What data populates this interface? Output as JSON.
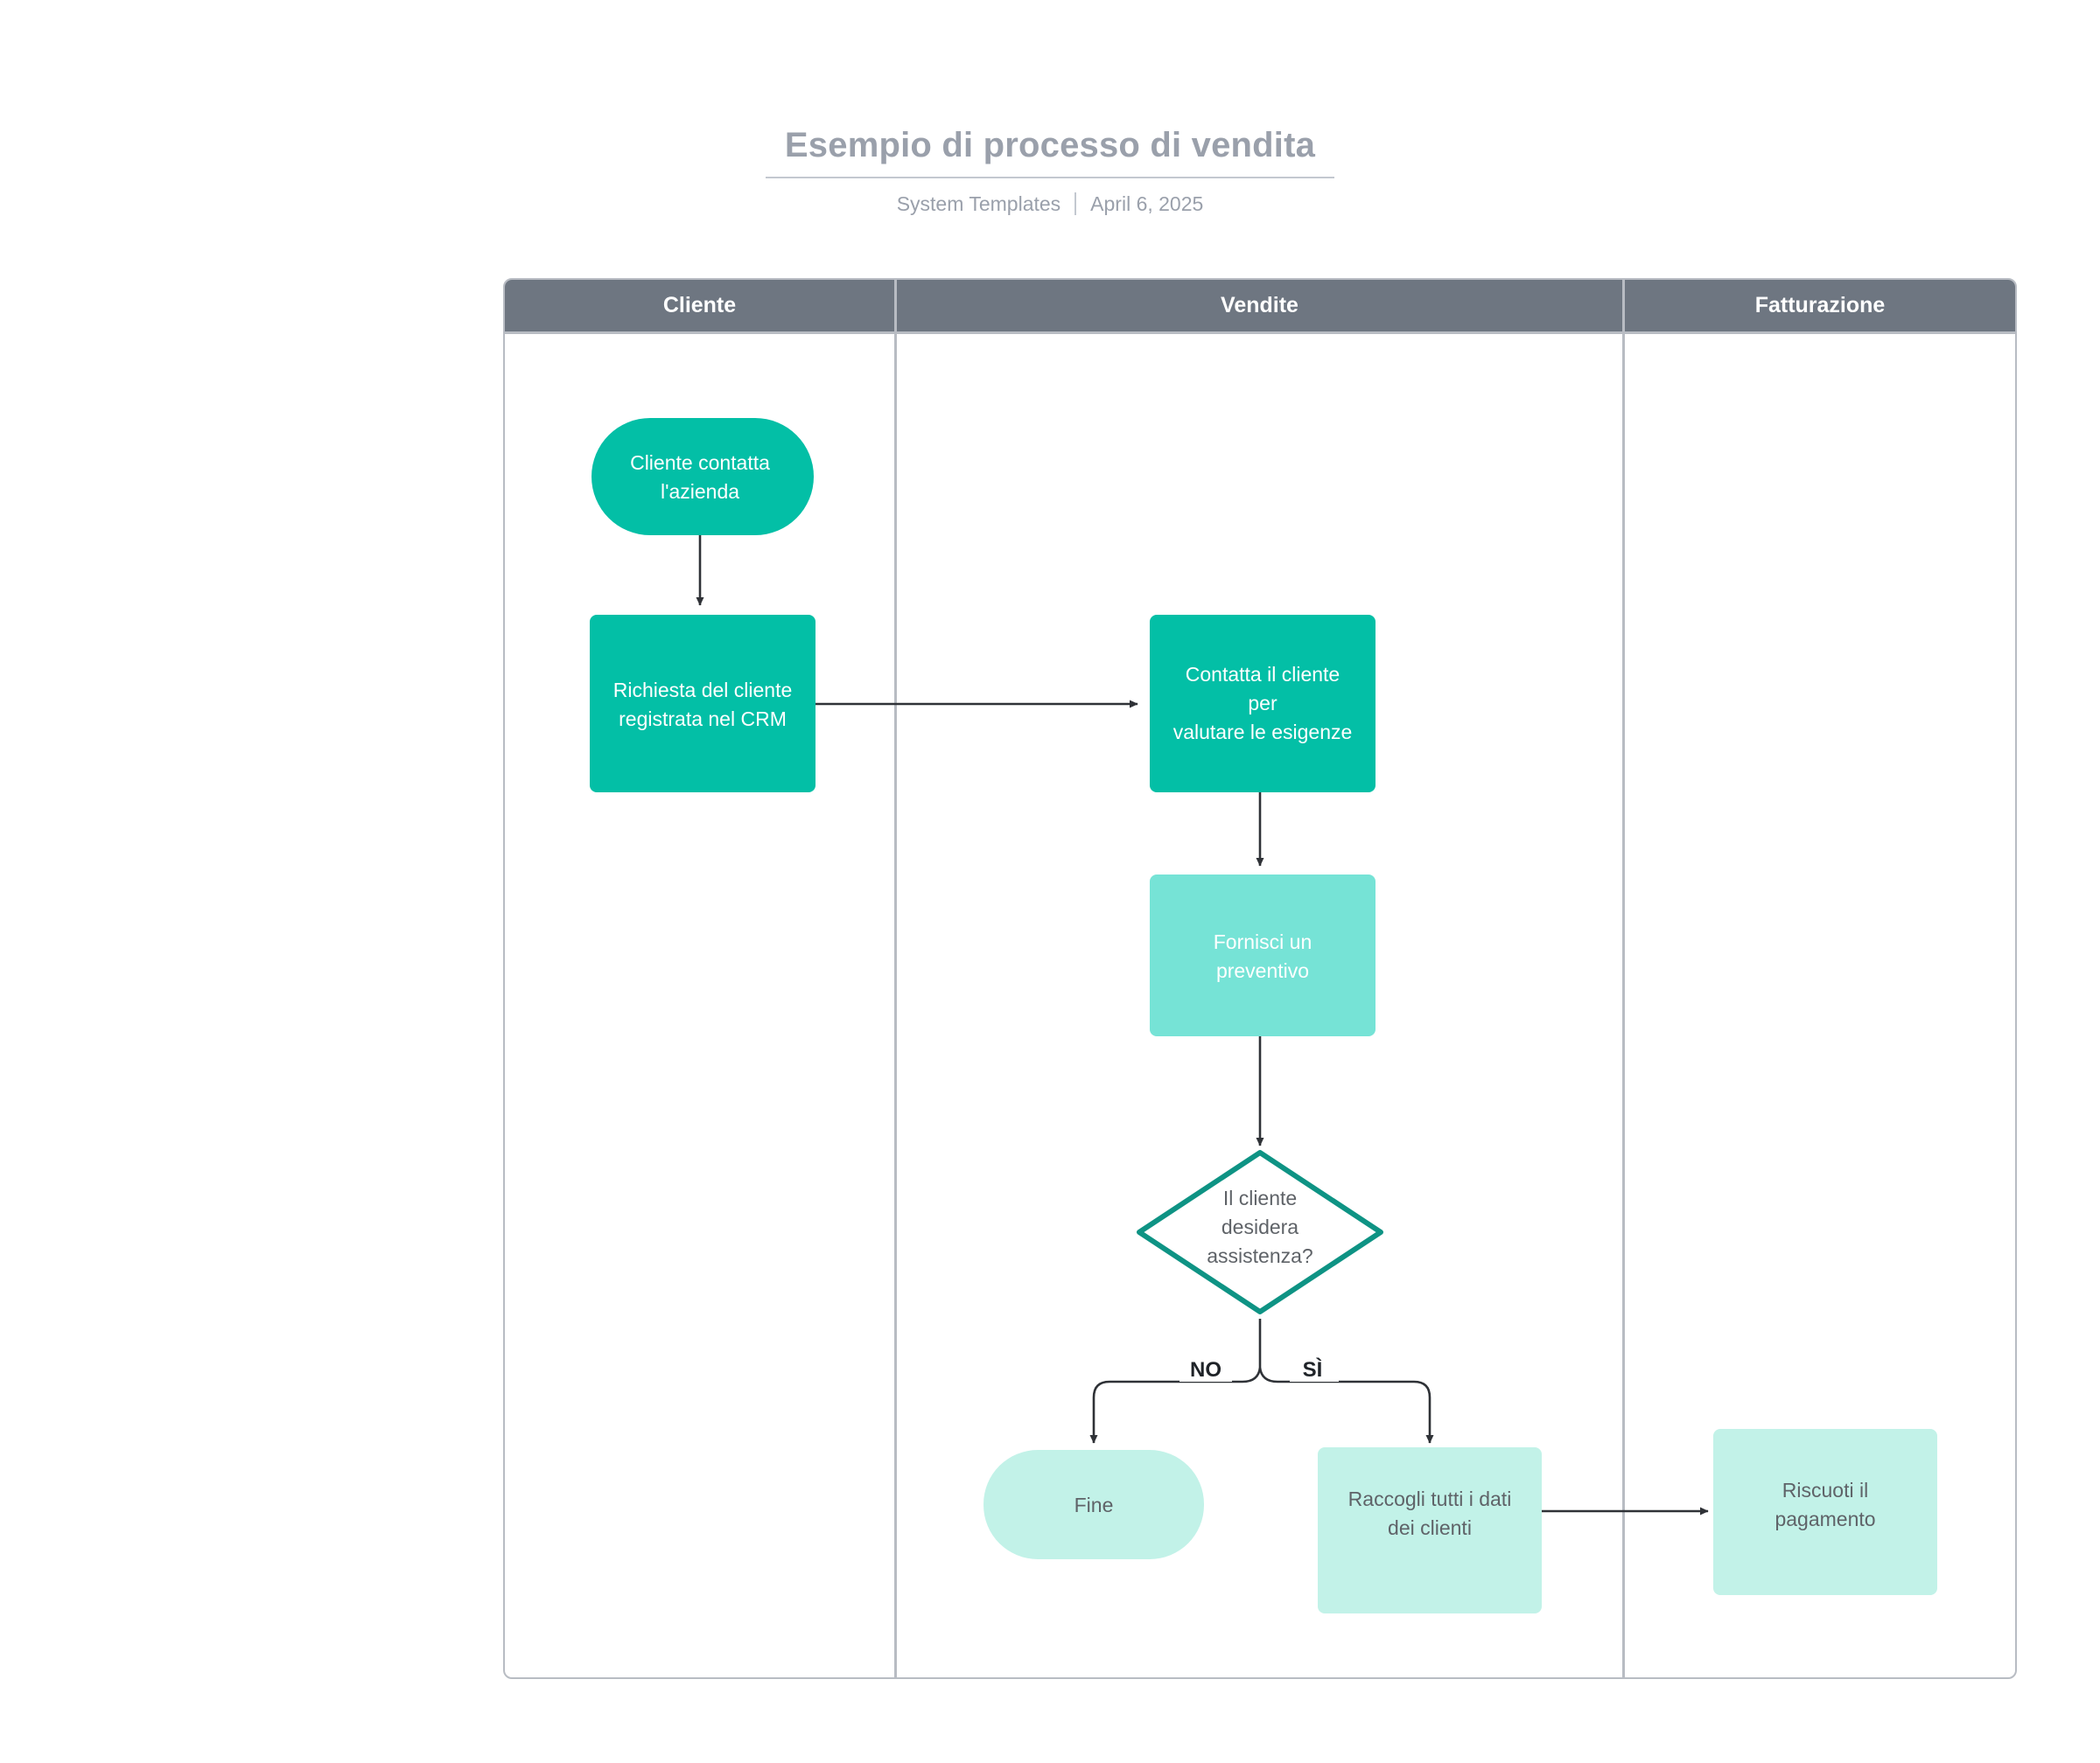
{
  "document": {
    "title": "Esempio di processo di vendita",
    "author": "System Templates",
    "separator": "",
    "date": "April 6, 2025"
  },
  "colors": {
    "lane_header_bg": "#6E7681",
    "lane_border": "#B8BCC3",
    "teal_dark": "#03BFA6",
    "teal_mid": "#76E3D6",
    "teal_light": "#C2F2E8",
    "diamond_stroke": "#0E9384",
    "connector": "#2F3237",
    "title_text": "#9AA0AB",
    "node_text_dark": "#5F6368",
    "node_text_light": "#FFFFFF"
  },
  "lanes": [
    {
      "id": "cliente",
      "label": "Cliente"
    },
    {
      "id": "vendite",
      "label": "Vendite"
    },
    {
      "id": "fatturazione",
      "label": "Fatturazione"
    }
  ],
  "nodes": [
    {
      "id": "start",
      "lane": "cliente",
      "shape": "terminator",
      "fill": "#03BFA6",
      "text_color": "light",
      "lines": [
        "Cliente contatta",
        "l'azienda"
      ]
    },
    {
      "id": "crm",
      "lane": "cliente",
      "shape": "process",
      "fill": "#03BFA6",
      "text_color": "light",
      "lines": [
        "Richiesta del cliente",
        "registrata nel CRM"
      ]
    },
    {
      "id": "contatta",
      "lane": "vendite",
      "shape": "process",
      "fill": "#03BFA6",
      "text_color": "light",
      "lines": [
        "Contatta il cliente",
        "per",
        "valutare le esigenze"
      ]
    },
    {
      "id": "preventivo",
      "lane": "vendite",
      "shape": "process",
      "fill": "#76E3D6",
      "text_color": "light",
      "lines": [
        "Fornisci un",
        "preventivo"
      ]
    },
    {
      "id": "decisione",
      "lane": "vendite",
      "shape": "decision",
      "fill": "#FFFFFF",
      "stroke": "#0E9384",
      "text_color": "dark",
      "lines": [
        "Il cliente",
        "desidera",
        "assistenza?"
      ]
    },
    {
      "id": "fine",
      "lane": "vendite",
      "shape": "terminator",
      "fill": "#C2F2E8",
      "text_color": "dark",
      "lines": [
        "Fine"
      ]
    },
    {
      "id": "raccogli",
      "lane": "vendite",
      "shape": "process",
      "fill": "#C2F2E8",
      "text_color": "dark",
      "lines": [
        "Raccogli tutti i dati",
        "dei clienti"
      ]
    },
    {
      "id": "riscuoti",
      "lane": "fatturazione",
      "shape": "process",
      "fill": "#C2F2E8",
      "text_color": "dark",
      "lines": [
        "Riscuoti il",
        "pagamento"
      ]
    }
  ],
  "connectors": [
    {
      "id": "start-crm",
      "from": "start",
      "to": "crm",
      "label": ""
    },
    {
      "id": "crm-contatta",
      "from": "crm",
      "to": "contatta",
      "label": ""
    },
    {
      "id": "contatta-preventivo",
      "from": "contatta",
      "to": "preventivo",
      "label": ""
    },
    {
      "id": "preventivo-decisione",
      "from": "preventivo",
      "to": "decisione",
      "label": ""
    },
    {
      "id": "decisione-fine",
      "from": "decisione",
      "to": "fine",
      "label": "NO"
    },
    {
      "id": "decisione-raccogli",
      "from": "decisione",
      "to": "raccogli",
      "label": "SÌ"
    },
    {
      "id": "raccogli-riscuoti",
      "from": "raccogli",
      "to": "riscuoti",
      "label": ""
    }
  ]
}
